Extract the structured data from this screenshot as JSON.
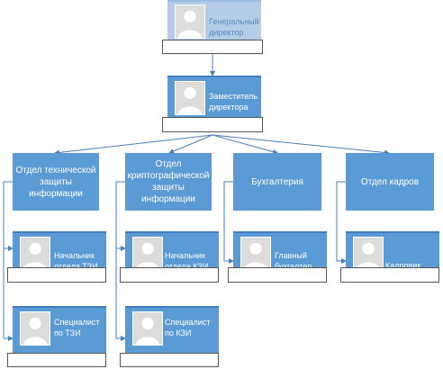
{
  "chart": {
    "director": "Генеральный\nдиректор",
    "deputy": "Заместитель\nдиректора",
    "departments": [
      {
        "name": "Отдел технической\nзащиты информации",
        "roles": [
          "Начальник\nотдела ТЗИ",
          "Специалист\nпо ТЗИ"
        ]
      },
      {
        "name": "Отдел\nкриптографической\nзащиты информации",
        "roles": [
          "Начальник\nотдела КЗИ",
          "Специалист\nпо КЗИ"
        ]
      },
      {
        "name": "Бухгалтерия",
        "roles": [
          "Главный\nбухгалтер"
        ]
      },
      {
        "name": "Отдел кадров",
        "roles": [
          "Кадровик"
        ]
      }
    ]
  },
  "colors": {
    "card": "#5b9bd5",
    "card_light": "#b3cde8",
    "connector": "#4a7ebb"
  }
}
